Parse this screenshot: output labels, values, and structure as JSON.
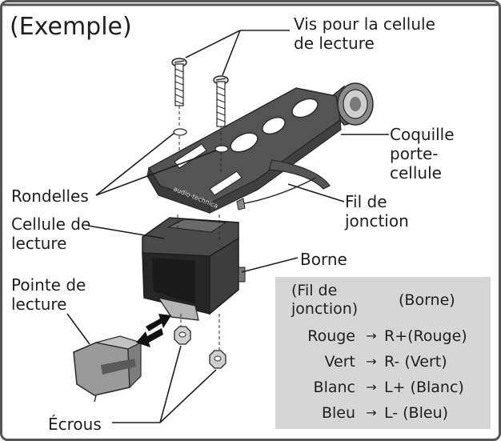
{
  "title": "(Exemple)",
  "labels": {
    "screws": [
      "Vis pour la cellule",
      "de lecture"
    ],
    "headshell": [
      "Coquille",
      "porte-",
      "cellule"
    ],
    "washers": "Rondelles",
    "lead_wire": [
      "Fil de",
      "jonction"
    ],
    "cartridge": [
      "Cellule de",
      "lecture"
    ],
    "terminal": "Borne",
    "stylus": [
      "Pointe de",
      "lecture"
    ],
    "nuts": "Écrous"
  },
  "wiring_table": {
    "header_wire": [
      "(Fil de",
      "jonction)"
    ],
    "header_terminal": "(Borne)",
    "rows": [
      {
        "wire": "Rouge",
        "arrow": "→",
        "terminal": "R+(Rouge)"
      },
      {
        "wire": "Vert",
        "arrow": "→",
        "terminal": "R- (Vert)"
      },
      {
        "wire": "Blanc",
        "arrow": "→",
        "terminal": "L+ (Blanc)"
      },
      {
        "wire": "Bleu",
        "arrow": "→",
        "terminal": "L- (Bleu)"
      }
    ]
  },
  "colors": {
    "border": "#555555",
    "headshell": "#4d4d4d",
    "cartridge": "#3a3a3a",
    "stylus": "#9a9a9a",
    "wiring_panel": "#d6d6d6"
  }
}
